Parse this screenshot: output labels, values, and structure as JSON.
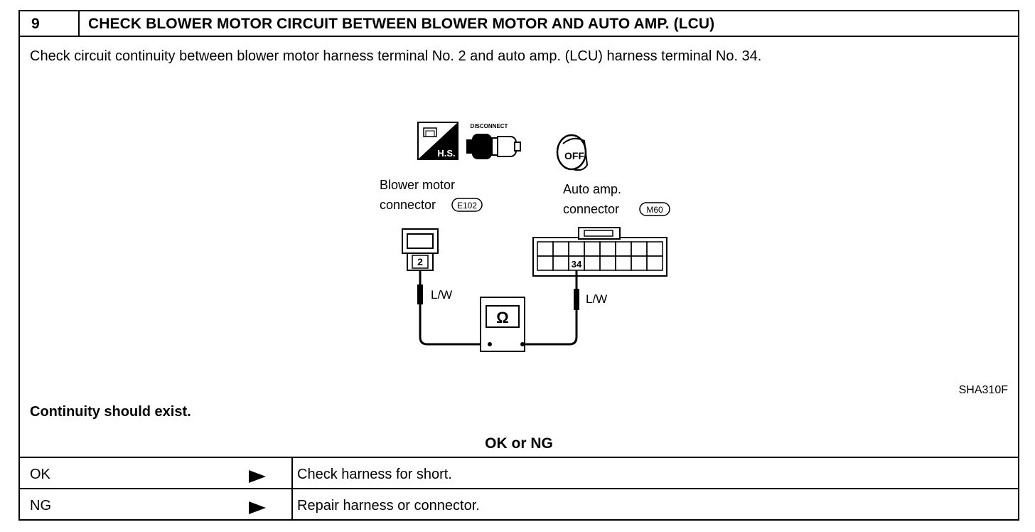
{
  "header": {
    "step_number": "9",
    "title": "CHECK BLOWER MOTOR CIRCUIT BETWEEN BLOWER MOTOR AND AUTO AMP. (LCU)"
  },
  "instruction": "Check circuit continuity between blower motor harness terminal No. 2 and auto amp. (LCU) harness terminal No. 34.",
  "diagram": {
    "icons": {
      "hs_label": "H.S.",
      "disconnect_label": "DISCONNECT",
      "ignition_label": "OFF"
    },
    "blower_connector": {
      "label_line1": "Blower  motor",
      "label_line2": "connector",
      "code": "E102",
      "terminal": "2",
      "wire_color": "L/W"
    },
    "auto_amp_connector": {
      "label_line1": "Auto  amp.",
      "label_line2": "connector",
      "code": "M60",
      "terminal": "34",
      "wire_color": "L/W"
    },
    "meter_symbol": "Ω",
    "reference_code": "SHA310F"
  },
  "expected_result": "Continuity should exist.",
  "decision_label": "OK or NG",
  "results": [
    {
      "status": "OK",
      "action": "Check harness for short."
    },
    {
      "status": "NG",
      "action": "Repair harness or connector."
    }
  ]
}
